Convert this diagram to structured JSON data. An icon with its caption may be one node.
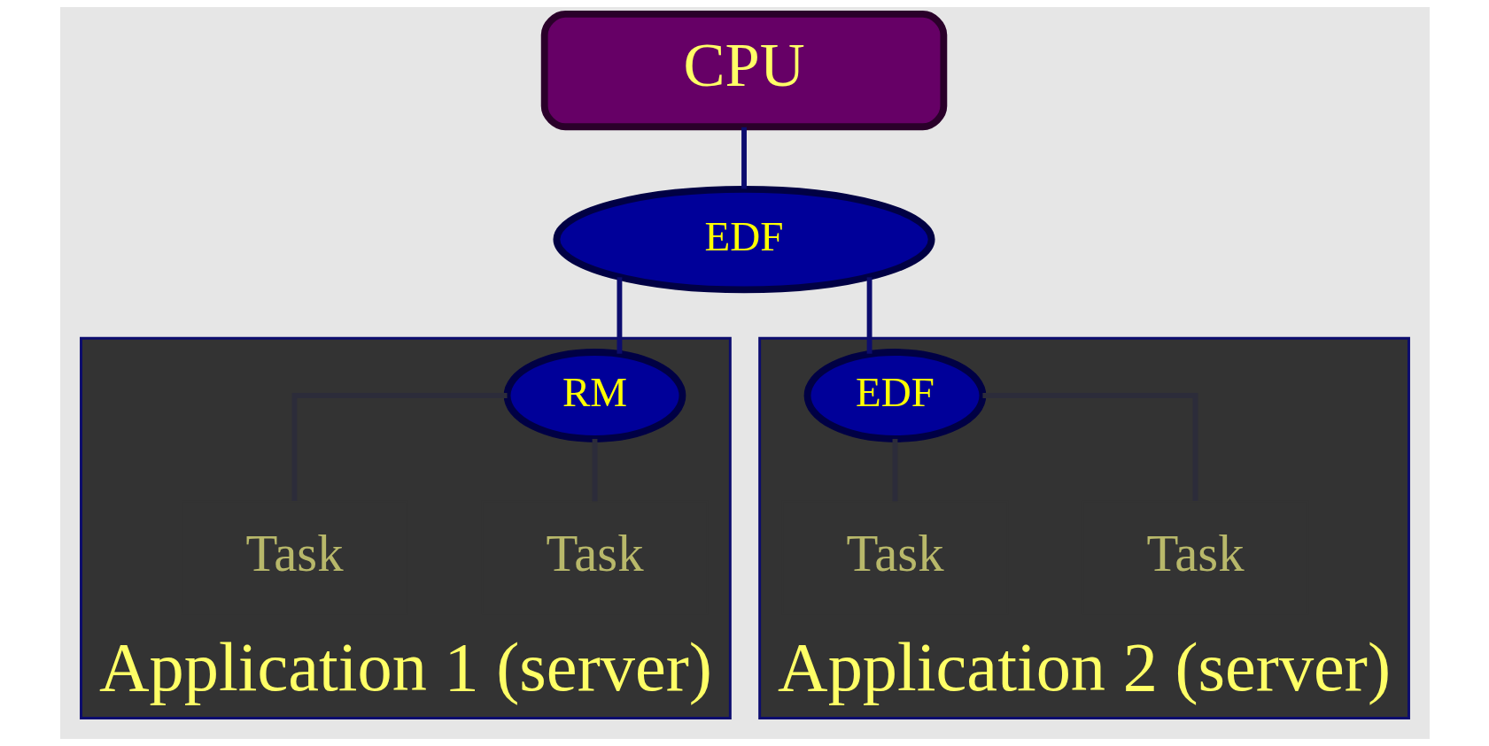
{
  "diagram": {
    "nodes": [
      {
        "text": [
          "CPU"
        ]
      },
      {
        "text": [
          "EDF"
        ]
      },
      {
        "text": [
          "Application 1 (server)"
        ]
      },
      {
        "text": [
          "RM"
        ],
        "in": 2
      },
      {
        "text": [
          "Task"
        ],
        "in": 2
      },
      {
        "text": [
          "Task"
        ],
        "in": 2
      },
      {
        "text": [
          "Application 2 (server)"
        ]
      },
      {
        "text": [
          "EDF"
        ],
        "in": 6
      },
      {
        "text": [
          "Task"
        ],
        "in": 6
      },
      {
        "text": [
          "Task"
        ],
        "in": 6
      }
    ],
    "edges": [
      {
        "from": 0,
        "to": 1,
        "arrow": "none"
      },
      {
        "from": 1,
        "to": 3,
        "arrow": "none"
      },
      {
        "from": 1,
        "to": 7,
        "arrow": "none"
      },
      {
        "from": 3,
        "to": 4,
        "arrow": "none",
        "color": "#2c2c3a"
      },
      {
        "from": 3,
        "to": 5,
        "arrow": "none",
        "color": "#2c2c3a"
      },
      {
        "from": 7,
        "to": 8,
        "arrow": "none",
        "color": "#2c2c3a"
      },
      {
        "from": 7,
        "to": 9,
        "arrow": "none",
        "color": "#2c2c3a"
      }
    ]
  }
}
